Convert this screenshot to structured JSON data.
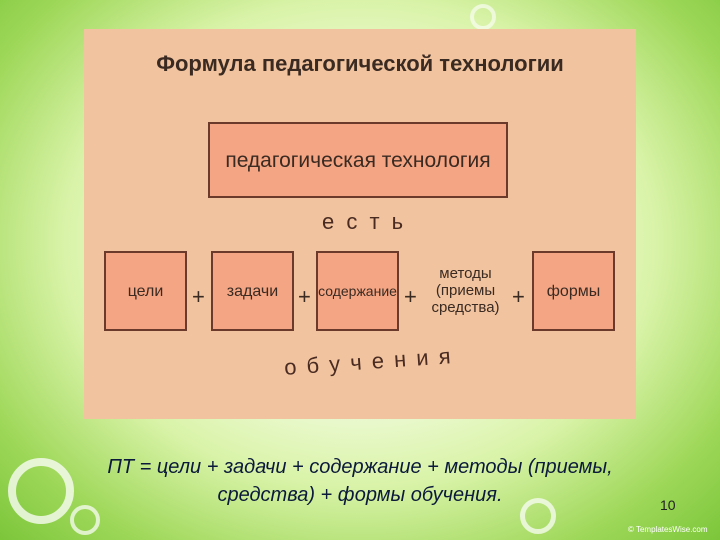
{
  "diagram": {
    "title": "Формула педагогической технологии",
    "top_box": "педагогическая технология",
    "connector_top": "е с т ь",
    "boxes": [
      "цели",
      "задачи",
      "содержание",
      "методы (приемы средства)",
      "формы"
    ],
    "plus": "+",
    "connector_bottom": "о б у ч е н и я"
  },
  "caption": {
    "line1": "ПТ = цели + задачи + содержание + методы (приемы,",
    "line2": "средства) + формы обучения."
  },
  "page_number": "10",
  "copyright": "© TemplatesWise.com",
  "colors": {
    "panel": "#f1c49f",
    "box_fill": "#f3a584",
    "box_border": "#6b3a2a",
    "background": "#9fd85a"
  }
}
